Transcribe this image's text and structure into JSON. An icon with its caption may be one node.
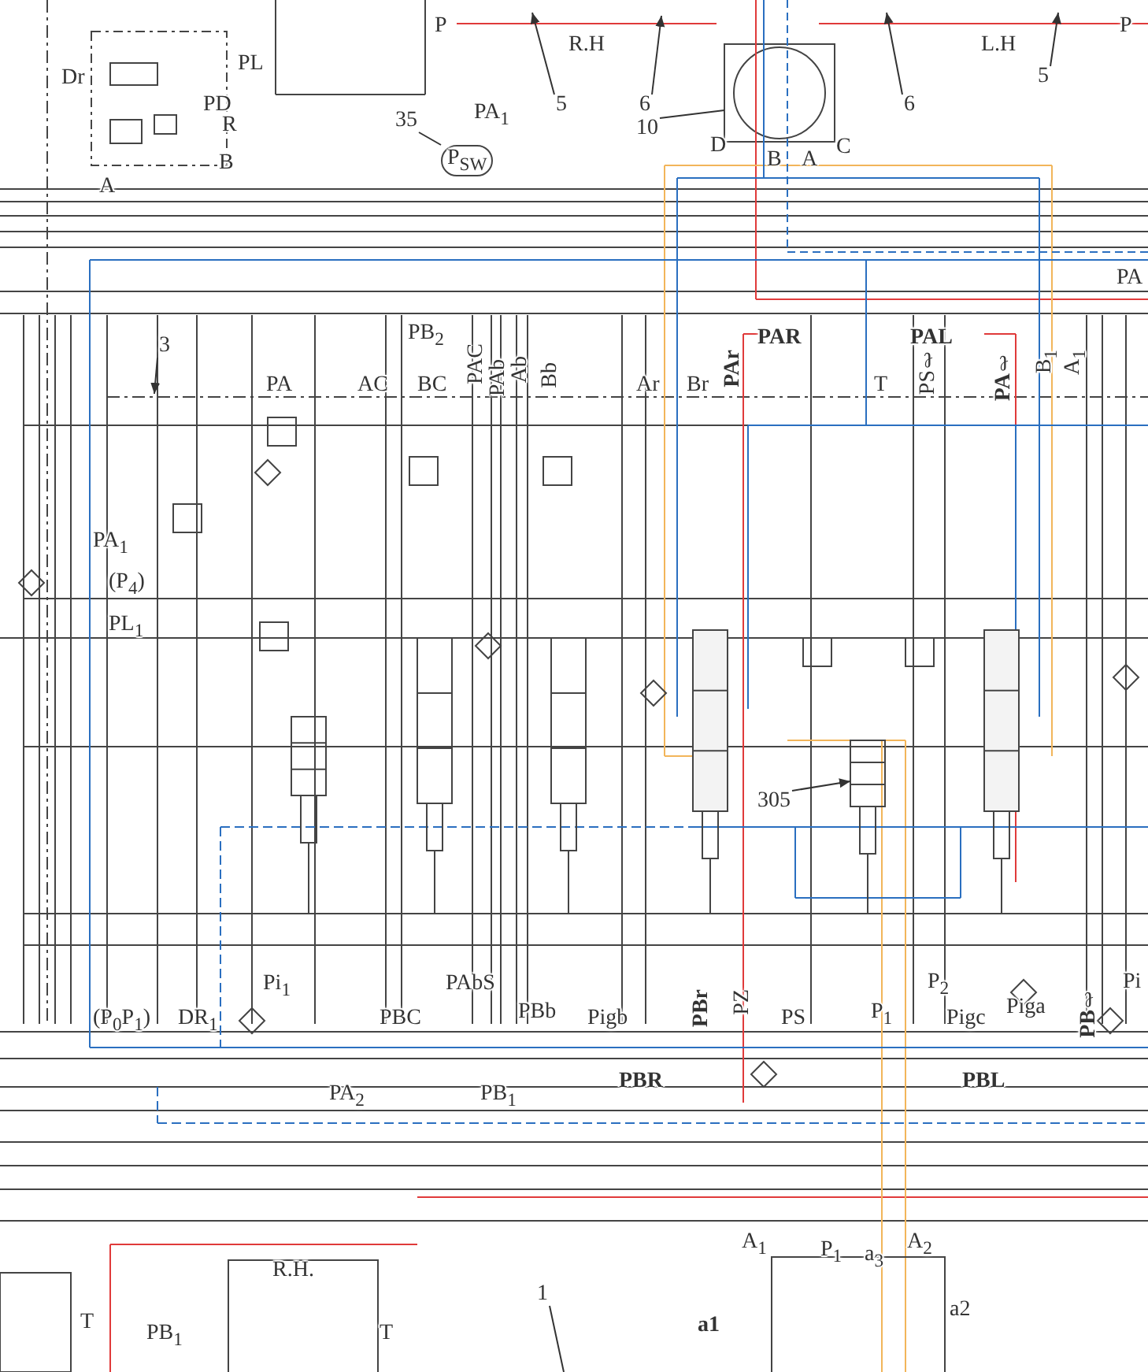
{
  "diagram": {
    "nodes": [
      {
        "text": [
          "5"
        ]
      },
      {
        "text": [
          "6"
        ]
      },
      {
        "text": [
          "6"
        ]
      },
      {
        "text": [
          "5"
        ]
      },
      {
        "text": [
          "35"
        ]
      },
      {
        "text": [
          "10"
        ]
      },
      {
        "text": [
          "3"
        ]
      },
      {
        "text": [
          "305"
        ]
      },
      {
        "text": [
          "1"
        ]
      },
      {
        "text": [
          "P$_{SW}$"
        ]
      }
    ],
    "edges": [
      {
        "from": 0,
        "to": null,
        "arrow": "to"
      },
      {
        "from": 1,
        "to": null,
        "arrow": "to"
      },
      {
        "from": 2,
        "to": null,
        "arrow": "to"
      },
      {
        "from": 3,
        "to": null,
        "arrow": "to"
      },
      {
        "from": 4,
        "to": 9,
        "arrow": "none"
      },
      {
        "from": 5,
        "to": null,
        "arrow": "none"
      },
      {
        "from": 6,
        "to": null,
        "arrow": "to"
      },
      {
        "from": 7,
        "to": null,
        "arrow": "to"
      },
      {
        "from": 8,
        "to": null,
        "arrow": "none"
      }
    ],
    "labels": [
      "Dr",
      "PL",
      "PD",
      "R",
      "B",
      "A",
      "P",
      "R.H",
      "L.H",
      "P",
      "PA$_{1}$",
      "D",
      "B",
      "A",
      "C",
      "PA",
      "PB$_{2}$",
      "PAR",
      "PAL",
      "PAC",
      "PAb",
      "Ab",
      "Bb",
      "PA",
      "AC",
      "BC",
      "Ar",
      "Br",
      "PAr",
      "T",
      "PSℓ",
      "PAℓ",
      "B$_{1}$",
      "A$_{1}$",
      "PA$_{1}$",
      "(P$_{4}$)",
      "PL$_{1}$",
      "Pi$_{1}$",
      "PAbS",
      "P$_{2}$",
      "Pi",
      "(P$_{0}$P$_{1}$)",
      "DR$_{1}$",
      "PBC",
      "PBb",
      "Pigb",
      "PBr",
      "PZ",
      "PS",
      "P$_{1}$",
      "Pigc",
      "Piga",
      "PBℓ",
      "PA$_{2}$",
      "PB$_{1}$",
      "PBR",
      "PBL",
      "A$_{1}$",
      "P$_{1}$",
      "a$_{3}$",
      "A$_{2}$",
      "R.H.",
      "a1",
      "a2",
      "T",
      "PB$_{1}$",
      "T"
    ]
  }
}
